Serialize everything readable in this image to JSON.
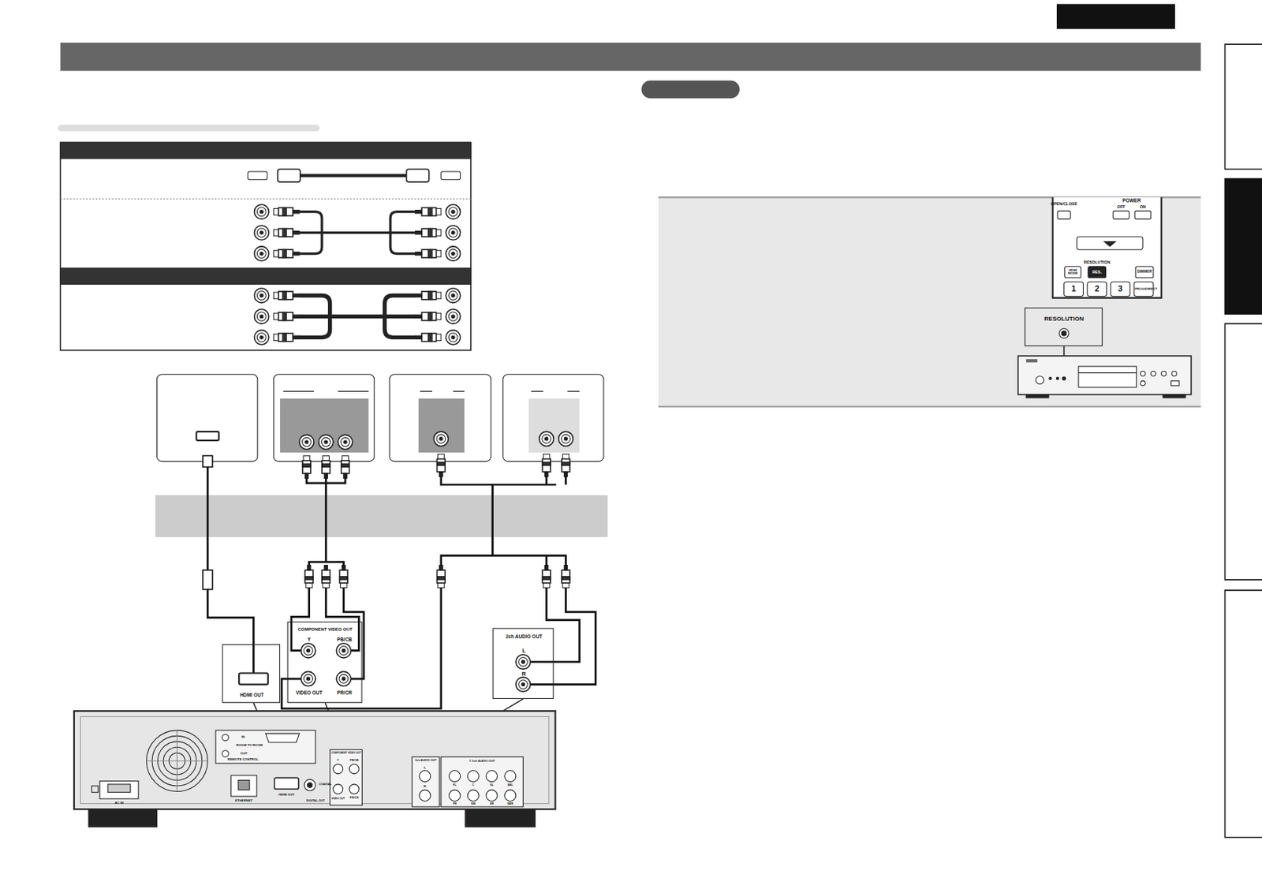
{
  "diagram": {
    "nodes": [
      {
        "text": [
          "HDMI OUT"
        ]
      },
      {
        "text": [
          "COMPONENT VIDEO OUT",
          "Y",
          "PB/CB",
          "VIDEO OUT",
          "PR/CR"
        ]
      },
      {
        "text": [
          "2ch AUDIO OUT",
          "L",
          "R"
        ]
      },
      {
        "text": [
          "RESOLUTION"
        ]
      }
    ],
    "labels": [
      "OPEN/CLOSE",
      "POWER",
      "OFF",
      "ON",
      "RESOLUTION",
      "HDMI MODE",
      "RES.",
      "DIMMER",
      "1",
      "2",
      "3",
      "PROG/DIRECT",
      "IN",
      "ROOM TO ROOM",
      "OUT",
      "REMOTE CONTROL",
      "ETHERNET",
      "HDMI OUT",
      "COAXIAL",
      "DIGITAL OUT",
      "AC IN",
      "COMPONENT VIDEO OUT",
      "Y",
      "PB/CB",
      "VIDEO OUT",
      "PR/CR",
      "2ch AUDIO OUT",
      "L",
      "R",
      "7.1ch AUDIO OUT",
      "FL",
      "C",
      "SL",
      "SBL",
      "FR",
      "SW",
      "SR",
      "SBR"
    ]
  }
}
